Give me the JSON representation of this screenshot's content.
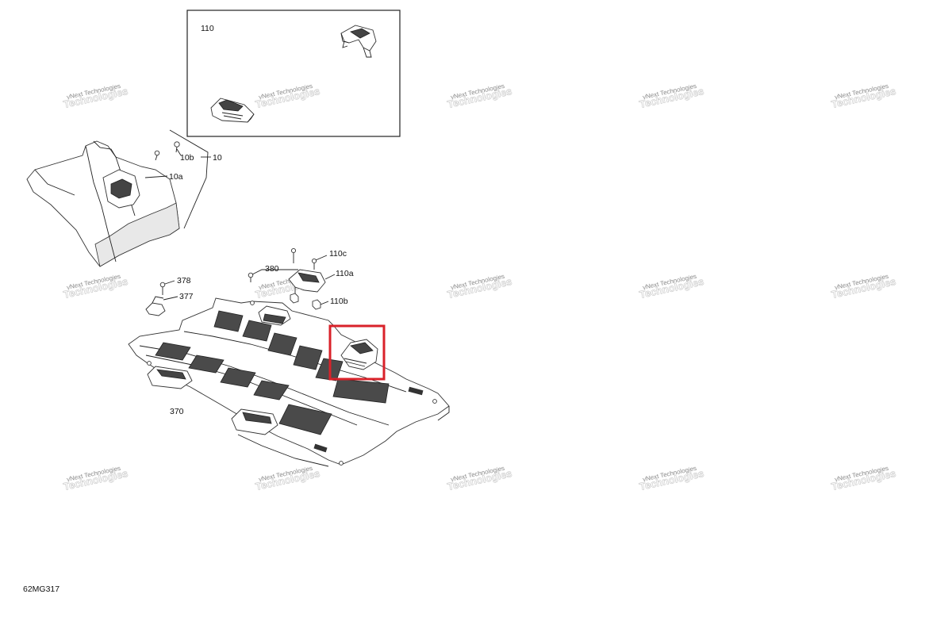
{
  "drawing_code": "62MG317",
  "callouts": {
    "c110": "110",
    "c10": "10",
    "c10a": "10a",
    "c10b": "10b",
    "c380": "380",
    "c110c": "110c",
    "c110a": "110a",
    "c110b": "110b",
    "c378": "378",
    "c377": "377",
    "c370": "370"
  },
  "watermark": {
    "line1": "vNext Technologies",
    "line2": "Technologies"
  },
  "colors": {
    "highlight": "#d9222a",
    "line": "#222222",
    "shade": "#4a4a4a"
  }
}
